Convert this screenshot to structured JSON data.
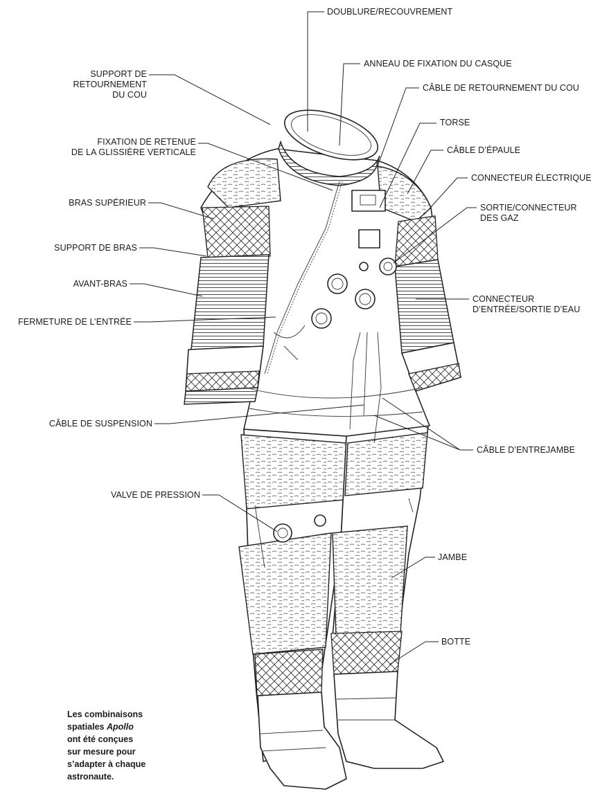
{
  "labels": {
    "doublure": "DOUBLURE/RECOUVREMENT",
    "anneau": "ANNEAU DE FIXATION DU CASQUE",
    "support_retournement": "SUPPORT DE\nRETOURNEMENT\nDU COU",
    "cable_retournement": "CÂBLE DE RETOURNEMENT DU COU",
    "torse": "TORSE",
    "fixation_retenue": "FIXATION DE RETENUE\nDE LA GLISSIÈRE VERTICALE",
    "cable_epaule": "CÂBLE D’ÉPAULE",
    "connecteur_electrique": "CONNECTEUR ÉLECTRIQUE",
    "bras_superieur": "BRAS SUPÉRIEUR",
    "sortie_gaz": "SORTIE/CONNECTEUR\nDES GAZ",
    "support_bras": "SUPPORT DE BRAS",
    "avant_bras": "AVANT-BRAS",
    "connecteur_eau": "CONNECTEUR\nD’ENTRÉE/SORTIE D’EAU",
    "fermeture_entree": "FERMETURE DE L’ENTRÉE",
    "cable_suspension": "CÂBLE DE SUSPENSION",
    "cable_entrejambe": "CÂBLE D’ENTREJAMBE",
    "valve_pression": "VALVE DE PRESSION",
    "jambe": "JAMBE",
    "botte": "BOTTE"
  },
  "caption": {
    "line1": "Les combinaisons",
    "line2_pre": "spatiales ",
    "line2_em": "Apollo",
    "line3": "ont été conçues",
    "line4": "sur mesure pour",
    "line5": "s’adapter à chaque",
    "line6": "astronaute."
  }
}
